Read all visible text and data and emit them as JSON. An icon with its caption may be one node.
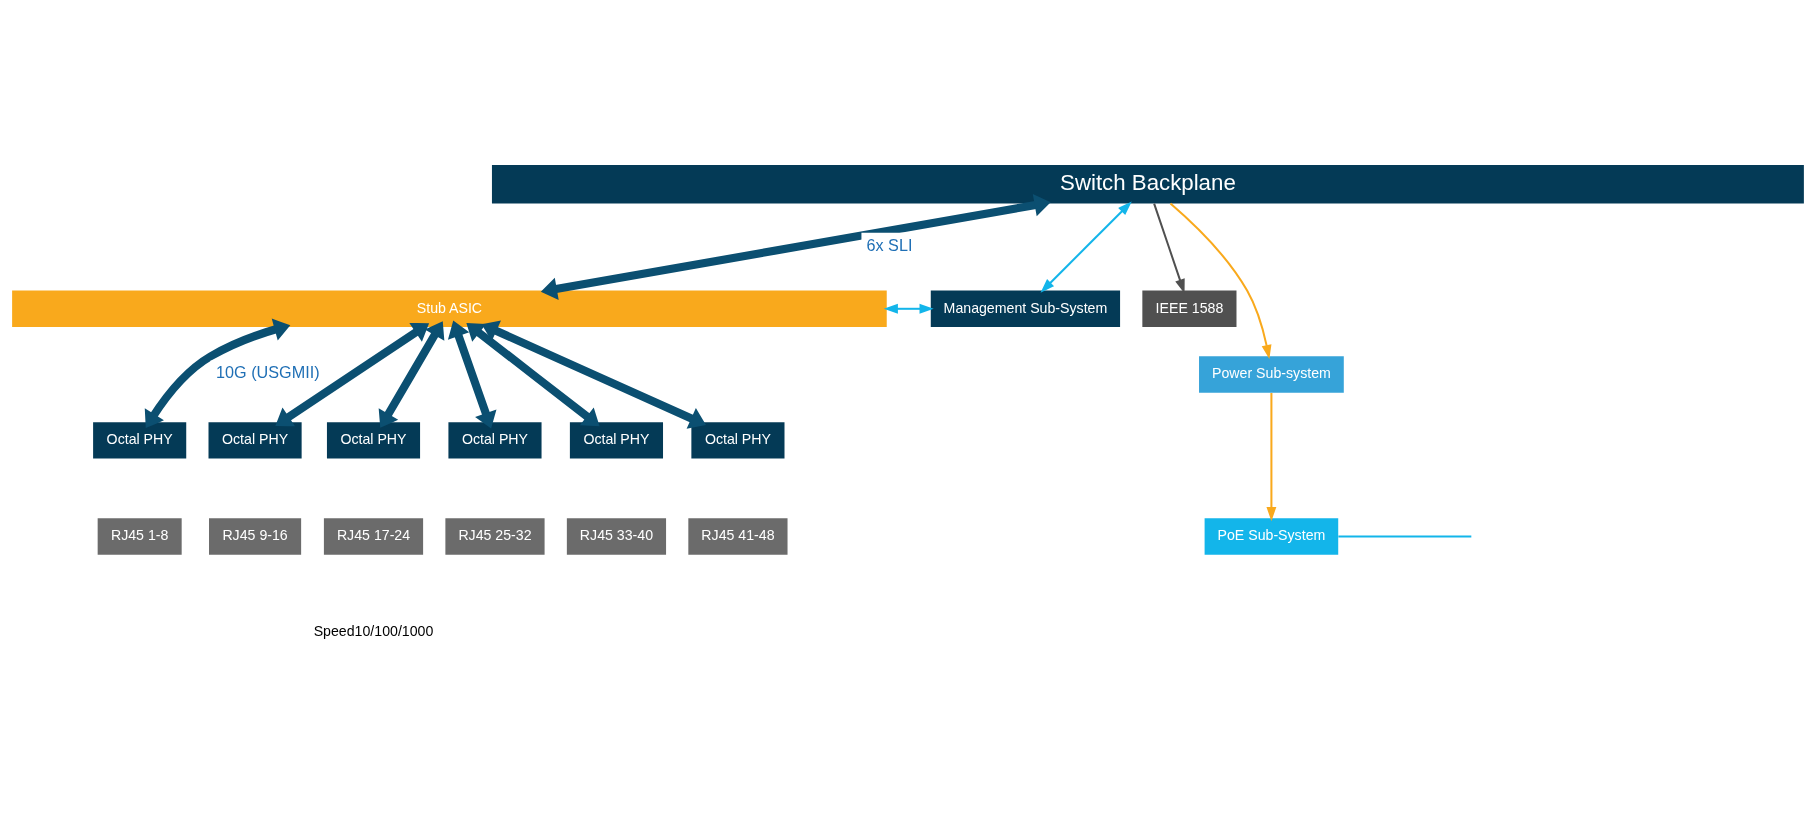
{
  "diagram": {
    "nodes": [
      {
        "text": [
          "Switch Backplane"
        ]
      },
      {
        "text": [
          "Stub ASIC"
        ]
      },
      {
        "text": [
          "Management Sub-System"
        ]
      },
      {
        "text": [
          "IEEE 1588"
        ]
      },
      {
        "text": [
          "Power Sub-system"
        ]
      },
      {
        "text": [
          "PoE Sub-System"
        ]
      },
      {
        "text": [
          "Octal PHY"
        ]
      },
      {
        "text": [
          "Octal PHY"
        ]
      },
      {
        "text": [
          "Octal PHY"
        ]
      },
      {
        "text": [
          "Octal PHY"
        ]
      },
      {
        "text": [
          "Octal PHY"
        ]
      },
      {
        "text": [
          "Octal PHY"
        ]
      },
      {
        "text": [
          "RJ45 1-8"
        ]
      },
      {
        "text": [
          "RJ45 9-16"
        ]
      },
      {
        "text": [
          "RJ45 17-24"
        ]
      },
      {
        "text": [
          "RJ45 25-32"
        ]
      },
      {
        "text": [
          "RJ45 33-40"
        ]
      },
      {
        "text": [
          "RJ45 41-48"
        ]
      }
    ],
    "edges": [
      {
        "from": 0,
        "to": 1,
        "arrow": "both",
        "label": "6x SLI"
      },
      {
        "from": 0,
        "to": 2,
        "arrow": "both",
        "color": "#13b5ea"
      },
      {
        "from": 0,
        "to": 4,
        "arrow": "to",
        "color": "#f9a91c"
      },
      {
        "from": 0,
        "to": 3,
        "arrow": "to",
        "color": "#505050"
      },
      {
        "from": 1,
        "to": 2,
        "arrow": "both",
        "color": "#13b5ea"
      },
      {
        "from": 1,
        "to": 6,
        "arrow": "both",
        "label": "10G (USGMII)"
      },
      {
        "from": 1,
        "to": 7,
        "arrow": "both"
      },
      {
        "from": 1,
        "to": 8,
        "arrow": "both"
      },
      {
        "from": 1,
        "to": 9,
        "arrow": "both"
      },
      {
        "from": 1,
        "to": 10,
        "arrow": "both"
      },
      {
        "from": 1,
        "to": 11,
        "arrow": "both"
      },
      {
        "from": 4,
        "to": 5,
        "arrow": "to",
        "color": "#f9a91c"
      },
      {
        "from": 5,
        "to": null,
        "arrow": "none",
        "color": "#13b5ea"
      }
    ],
    "labels": [
      "Speed10/100/1000"
    ]
  }
}
